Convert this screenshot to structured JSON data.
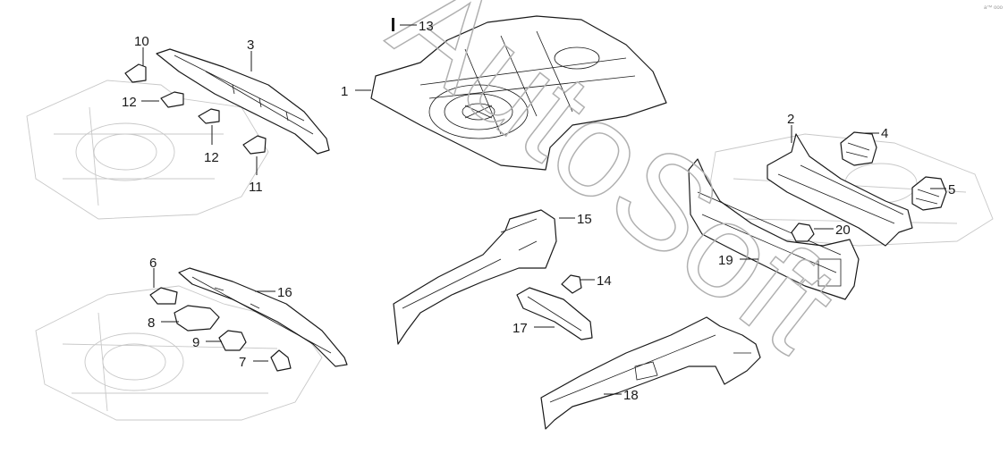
{
  "watermark": {
    "text": "AutoSoft",
    "color": "#b0b0b0"
  },
  "corner_mark": "a™ ooo",
  "callouts": [
    {
      "id": "1",
      "label": "1"
    },
    {
      "id": "2",
      "label": "2"
    },
    {
      "id": "3",
      "label": "3"
    },
    {
      "id": "4",
      "label": "4"
    },
    {
      "id": "5",
      "label": "5"
    },
    {
      "id": "6",
      "label": "6"
    },
    {
      "id": "7",
      "label": "7"
    },
    {
      "id": "8",
      "label": "8"
    },
    {
      "id": "9",
      "label": "9"
    },
    {
      "id": "10",
      "label": "10"
    },
    {
      "id": "11",
      "label": "11"
    },
    {
      "id": "12a",
      "label": "12"
    },
    {
      "id": "12b",
      "label": "12"
    },
    {
      "id": "13",
      "label": "13"
    },
    {
      "id": "14",
      "label": "14"
    },
    {
      "id": "15",
      "label": "15"
    },
    {
      "id": "16",
      "label": "16"
    },
    {
      "id": "17",
      "label": "17"
    },
    {
      "id": "18",
      "label": "18"
    },
    {
      "id": "19",
      "label": "19"
    },
    {
      "id": "20",
      "label": "20"
    }
  ]
}
